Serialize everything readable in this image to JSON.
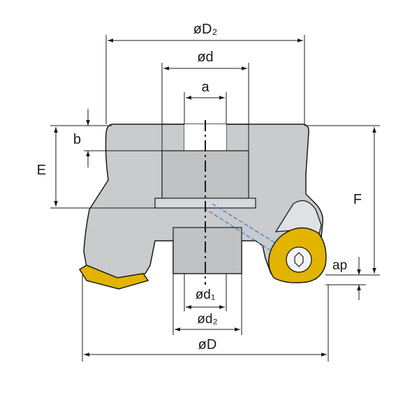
{
  "labels": {
    "D2": "øD₂",
    "d": "ød",
    "a": "a",
    "b": "b",
    "E": "E",
    "F": "F",
    "ap": "ap",
    "d1": "ød₁",
    "d2": "ød₂",
    "D": "øD"
  },
  "colors": {
    "body": "#c9cbcd",
    "insert": "#e2b400",
    "coolant": "#3a7fd0",
    "line": "#1a1a1a"
  }
}
